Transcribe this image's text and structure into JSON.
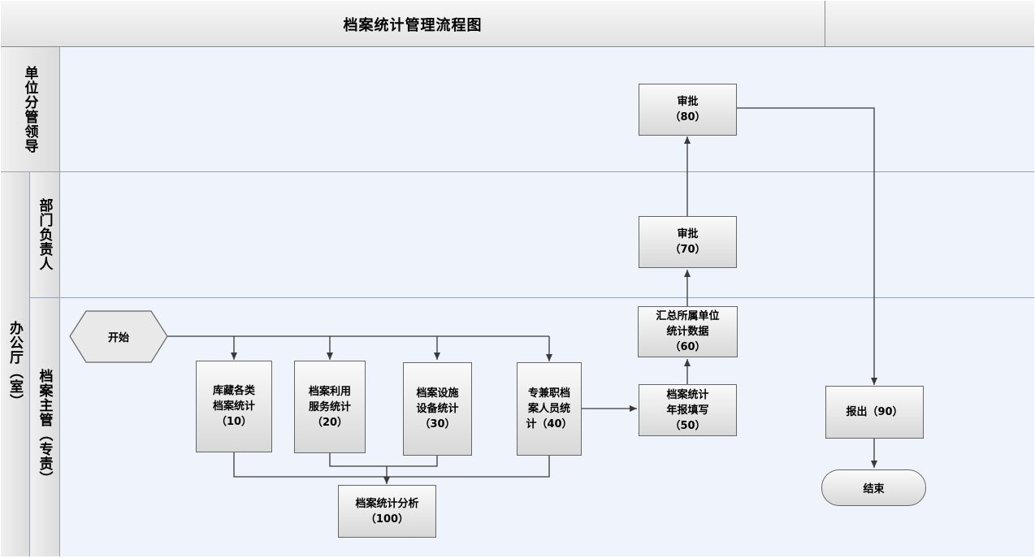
{
  "title": "档案统计管理流程图",
  "lanes": {
    "leader": "单位分管领导",
    "office": "办公厅（室）",
    "dept_head": "部门负责人",
    "archivist": "档案主管（专责）"
  },
  "nodes": {
    "start": "开始",
    "n10": "库藏各类\n档案统计\n（10）",
    "n20": "档案利用\n服务统计\n（20）",
    "n30": "档案设施\n设备统计\n（30）",
    "n40": "专兼职档\n案人员统\n计（40）",
    "n50": "档案统计\n年报填写\n（50）",
    "n60": "汇总所属单位\n统计数据\n（60）",
    "n70": "审批\n（70）",
    "n80": "审批\n（80）",
    "n90": "报出（90）",
    "n100": "档案统计分析\n（100）",
    "end": "结束"
  },
  "colors": {
    "lane_fill": "#eef3fc",
    "line": "#3a3a3a"
  }
}
